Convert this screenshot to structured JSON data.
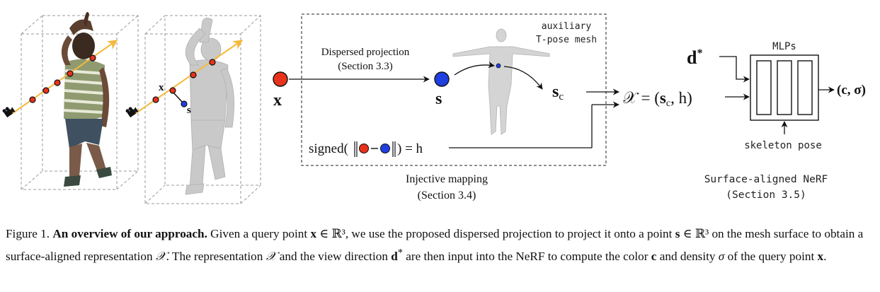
{
  "figure": {
    "left_panel": {
      "point_x_label": "x",
      "point_s_label": "s"
    },
    "mapping": {
      "point_x_label": "x",
      "point_s_label": "s",
      "dispersed_projection": {
        "title": "Dispersed projection",
        "section": "(Section 3.3)"
      },
      "auxiliary_mesh": {
        "line1": "auxiliary",
        "line2": "T-pose mesh"
      },
      "sc_label": "s",
      "sc_sub": "c",
      "signed_label": "signed(",
      "signed_tail": ") = h",
      "box_title": "Injective mapping",
      "box_section": "(Section 3.4)"
    },
    "representation": {
      "lhs": "𝒳 = (",
      "s": "s",
      "sub": "c",
      "rest": ", h)"
    },
    "nerf": {
      "d_label": "d",
      "d_sup": "*",
      "mlps_label": "MLPs",
      "output": "(c, σ)",
      "skeleton_label": "skeleton pose",
      "title": "Surface-aligned NeRF",
      "section": "(Section 3.5)"
    },
    "colors": {
      "red_point": "#e8321c",
      "blue_point": "#1f3fe0",
      "ray": "#f5b93a",
      "ink": "#111111"
    }
  },
  "caption": {
    "fig_label": "Figure 1.",
    "bold_title": "An overview of our approach.",
    "segments": [
      {
        "t": " Given a query point ",
        "s": "n"
      },
      {
        "t": "x",
        "s": "b"
      },
      {
        "t": " ∈ ℝ³, we use the proposed dispersed projection to project it onto a point ",
        "s": "n"
      },
      {
        "t": "s",
        "s": "b"
      },
      {
        "t": " ∈ ℝ³ on the mesh surface to obtain a surface-aligned representation ",
        "s": "n"
      },
      {
        "t": "𝒳",
        "s": "i"
      },
      {
        "t": ". The representation ",
        "s": "n"
      },
      {
        "t": "𝒳",
        "s": "i"
      },
      {
        "t": " and the view direction ",
        "s": "n"
      },
      {
        "t": "d",
        "s": "b"
      },
      {
        "t": "*",
        "s": "sup"
      },
      {
        "t": " are then input into the NeRF to compute the color ",
        "s": "n"
      },
      {
        "t": "c",
        "s": "b"
      },
      {
        "t": " and density ",
        "s": "n"
      },
      {
        "t": "σ",
        "s": "i"
      },
      {
        "t": " of the query point ",
        "s": "n"
      },
      {
        "t": "x",
        "s": "b"
      },
      {
        "t": ".",
        "s": "n"
      }
    ]
  }
}
